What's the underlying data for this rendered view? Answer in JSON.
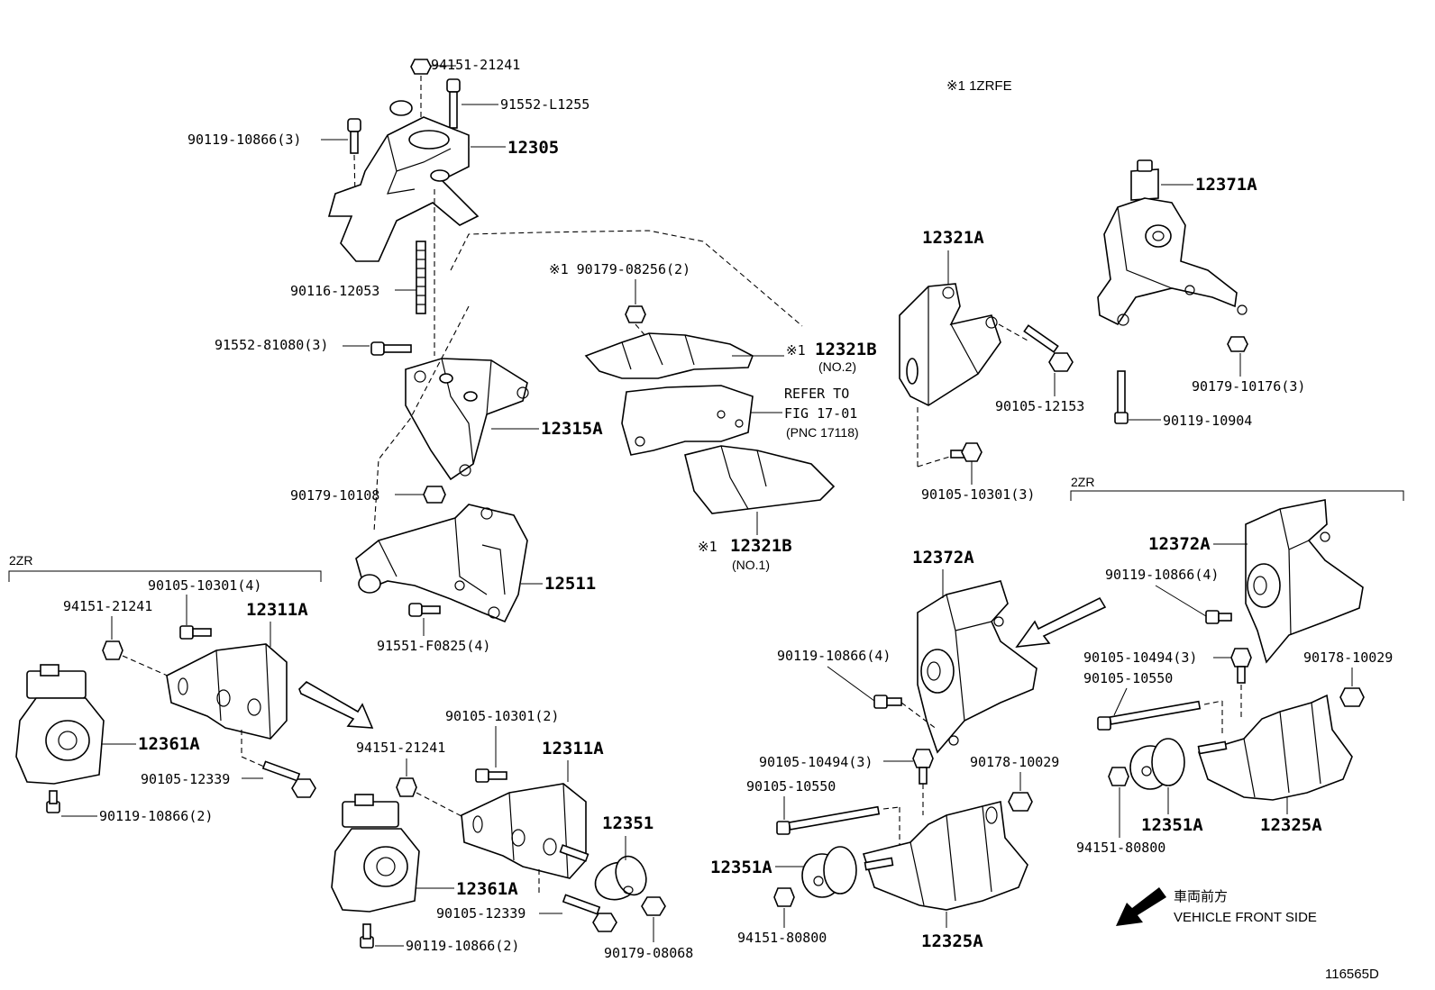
{
  "note_engine": "※1 1ZRFE",
  "section_2zr_left": "2ZR",
  "section_2zr_right": "2ZR",
  "refer": {
    "line1": "REFER TO",
    "line2": "FIG 17-01",
    "line3": "(PNC 17118)"
  },
  "vehicle_front": {
    "jp": "車両前方",
    "en": "VEHICLE FRONT SIDE"
  },
  "figure_id": "116565D",
  "labels": {
    "p94151_21241_top": "94151-21241",
    "p91552_L1255": "91552-L1255",
    "p90119_10866_3": "90119-10866(3)",
    "p12305": "12305",
    "p90116_12053": "90116-12053",
    "p91552_81080_3": "91552-81080(3)",
    "p12315A": "12315A",
    "p90179_10108": "90179-10108",
    "p12511": "12511",
    "p91551_F0825_4": "91551-F0825(4)",
    "p90179_08256_2": "※1 90179-08256(2)",
    "p12321B_no2": "12321B",
    "p12321B_no2_mark": "※1",
    "p12321B_no2_sub": "(NO.2)",
    "p12321B_no1": "12321B",
    "p12321B_no1_mark": "※1",
    "p12321B_no1_sub": "(NO.1)",
    "p12321A": "12321A",
    "p90105_12153": "90105-12153",
    "p90105_10301_3": "90105-10301(3)",
    "p12371A": "12371A",
    "p90179_10176_3": "90179-10176(3)",
    "p90119_10904": "90119-10904",
    "p90105_10301_4": "90105-10301(4)",
    "p94151_21241_left": "94151-21241",
    "p12311A_left": "12311A",
    "p12361A_left": "12361A",
    "p90105_12339_left": "90105-12339",
    "p90119_10866_2_left": "90119-10866(2)",
    "p90105_10301_2": "90105-10301(2)",
    "p94151_21241_mid": "94151-21241",
    "p12311A_mid": "12311A",
    "p12351": "12351",
    "p12361A_mid": "12361A",
    "p90105_12339_mid": "90105-12339",
    "p90119_10866_2_mid": "90119-10866(2)",
    "p90179_08068": "90179-08068",
    "p12372A_mid": "12372A",
    "p90119_10866_4_mid": "90119-10866(4)",
    "p90105_10494_3_mid": "90105-10494(3)",
    "p90178_10029_mid": "90178-10029",
    "p90105_10550_mid": "90105-10550",
    "p12351A_mid": "12351A",
    "p94151_80800_mid": "94151-80800",
    "p12325A_mid": "12325A",
    "p12372A_right": "12372A",
    "p90119_10866_4_right": "90119-10866(4)",
    "p90105_10494_3_right": "90105-10494(3)",
    "p90105_10550_right": "90105-10550",
    "p90178_10029_right": "90178-10029",
    "p12351A_right": "12351A",
    "p12325A_right": "12325A",
    "p94151_80800_right": "94151-80800"
  }
}
